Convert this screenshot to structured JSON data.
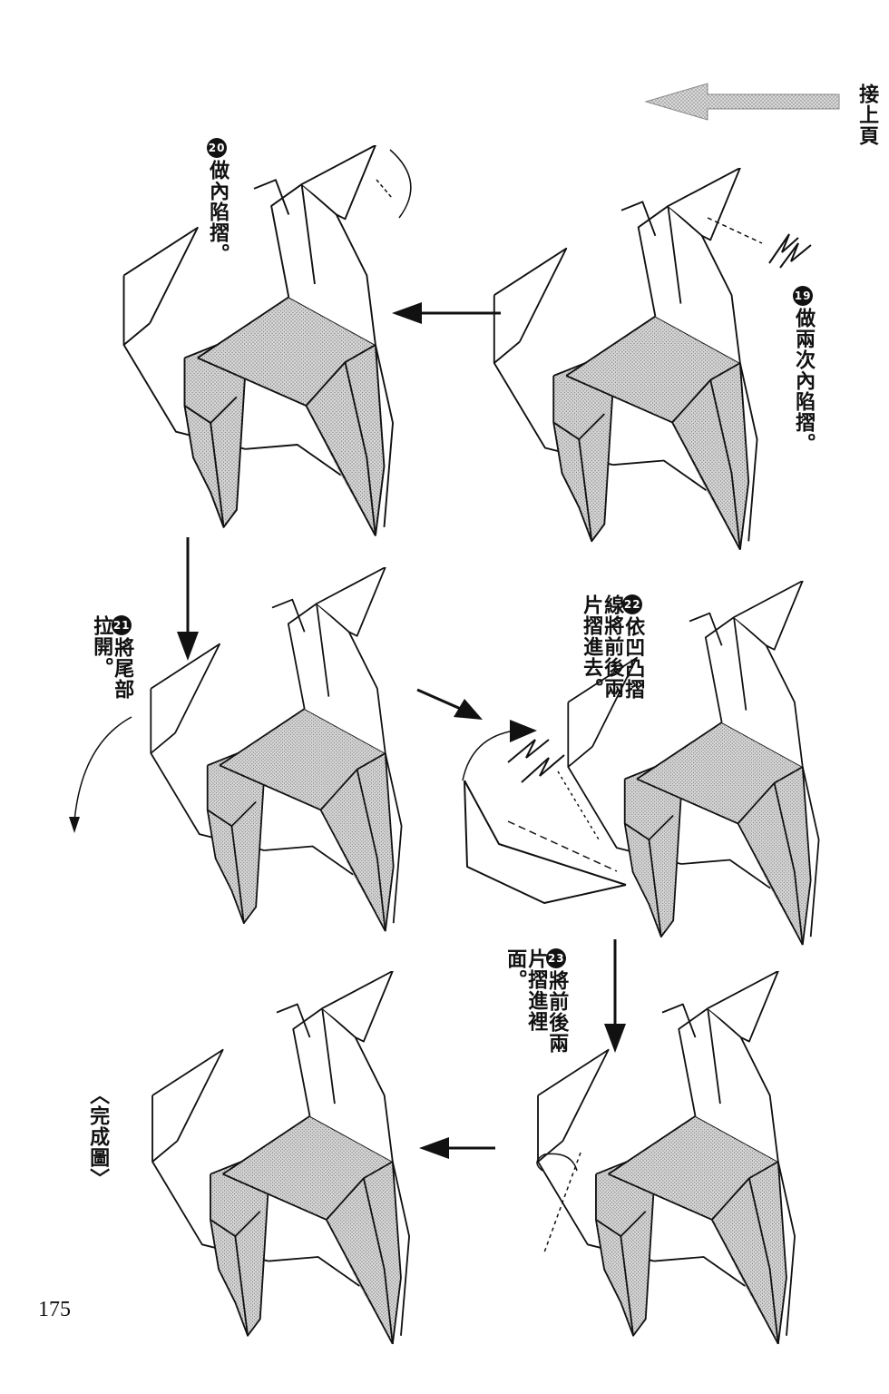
{
  "header": {
    "continue_label": "接上頁"
  },
  "steps": [
    {
      "num": "19",
      "text": "做兩次內陷摺。"
    },
    {
      "num": "20",
      "text": "做內陷摺。"
    },
    {
      "num": "21",
      "text": "將尾部拉開。"
    },
    {
      "num": "22",
      "text": "依凹凸摺線將前後兩片摺進去。"
    },
    {
      "num": "23",
      "text": "將前後兩片摺進裡面。"
    }
  ],
  "finished_label": "〈完成圖〉",
  "page_number": "175"
}
